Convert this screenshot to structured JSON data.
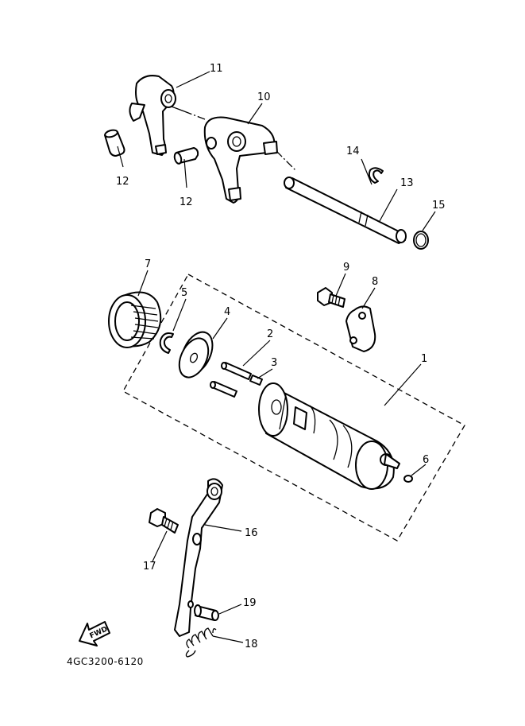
{
  "diagram_code": "4GC3200-6120",
  "fwd_label": "FWD",
  "callouts": {
    "c1": "1",
    "c2": "2",
    "c3": "3",
    "c4": "4",
    "c5": "5",
    "c6": "6",
    "c7": "7",
    "c8": "8",
    "c9": "9",
    "c10": "10",
    "c11": "11",
    "c12a": "12",
    "c12b": "12",
    "c13": "13",
    "c14": "14",
    "c15": "15",
    "c16": "16",
    "c17": "17",
    "c18": "18",
    "c19": "19"
  }
}
